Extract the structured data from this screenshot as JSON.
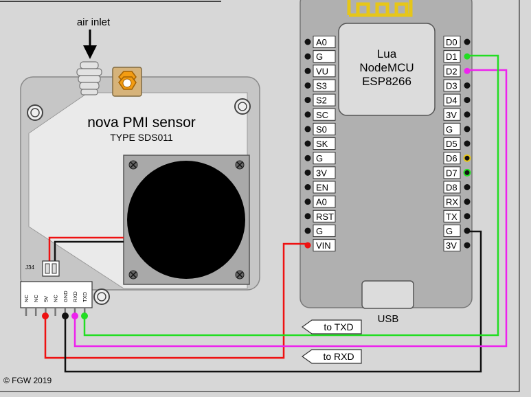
{
  "labels": {
    "air_inlet": "air inlet",
    "sensor_title": "nova PMI sensor",
    "sensor_type": "TYPE SDS011",
    "jumper": "J34",
    "mcu_line1": "Lua",
    "mcu_line2": "NodeMCU",
    "mcu_line3": "ESP8266",
    "usb": "USB",
    "to_txd": "to TXD",
    "to_rxd": "to RXD",
    "copyright": "© FGW 2019"
  },
  "sensor_pins": [
    "NC",
    "NC",
    "5V",
    "NC",
    "GND",
    "RXD",
    "TXD"
  ],
  "mcu_left_pins": [
    "A0",
    "G",
    "VU",
    "S3",
    "S2",
    "SC",
    "S0",
    "SK",
    "G",
    "3V",
    "EN",
    "A0",
    "RST",
    "G",
    "VIN"
  ],
  "mcu_right_pins": [
    "D0",
    "D1",
    "D2",
    "D3",
    "D4",
    "3V",
    "G",
    "D5",
    "D6",
    "D7",
    "D8",
    "RX",
    "TX",
    "G",
    "3V"
  ],
  "colors": {
    "background": "#d7d7d7",
    "wire_power": "#ee1111",
    "wire_ground": "#111111",
    "wire_tx": "#22dd22",
    "wire_rx": "#ee22ee",
    "board": "#b0b0b0",
    "sensor_body": "#c6c6c6",
    "antenna": "#e6c619",
    "fitting": "#f39c12"
  }
}
